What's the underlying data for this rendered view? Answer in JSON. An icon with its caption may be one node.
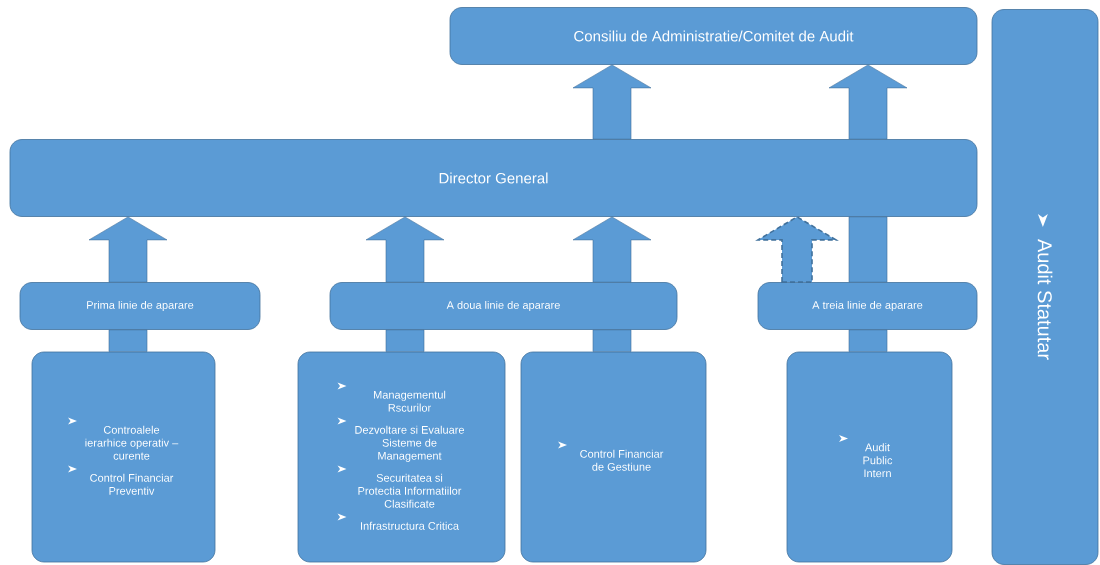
{
  "diagram": {
    "nodes": [
      {
        "text": [
          "Consiliu de Administratie/Comitet de Audit"
        ]
      },
      {
        "text": [
          "Director General"
        ]
      },
      {
        "text": [
          "Audit  Statutar"
        ]
      },
      {
        "text": [
          "Prima linie de aparare"
        ]
      },
      {
        "text": [
          "A doua linie de aparare"
        ]
      },
      {
        "text": [
          "A treia linie de aparare"
        ]
      },
      {
        "text": [
          "Controalele ierarhice operativ – curente",
          "Control Financiar Preventiv"
        ]
      },
      {
        "text": [
          "Managementul Rscurilor",
          "Dezvoltare si Evaluare Sisteme de Management",
          "Securitatea si Protectia Informatiilor Clasificate",
          "Infrastructura Critica"
        ]
      },
      {
        "text": [
          "Control Financiar  de Gestiune"
        ]
      },
      {
        "text": [
          "Audit Public Intern"
        ]
      }
    ],
    "edges": [
      {
        "from": 1,
        "to": 0,
        "arrow": "to"
      },
      {
        "from": 1,
        "to": 0,
        "arrow": "to"
      },
      {
        "from": 5,
        "to": 1,
        "arrow": "none"
      },
      {
        "from": 3,
        "to": 1,
        "arrow": "to"
      },
      {
        "from": 4,
        "to": 1,
        "arrow": "to"
      },
      {
        "from": 4,
        "to": 1,
        "arrow": "to"
      },
      {
        "from": 5,
        "to": 1,
        "arrow": "to",
        "style": "dashed"
      },
      {
        "from": 6,
        "to": 3,
        "arrow": "none"
      },
      {
        "from": 7,
        "to": 4,
        "arrow": "none"
      },
      {
        "from": 8,
        "to": 4,
        "arrow": "none"
      },
      {
        "from": 9,
        "to": 5,
        "arrow": "none"
      }
    ]
  }
}
